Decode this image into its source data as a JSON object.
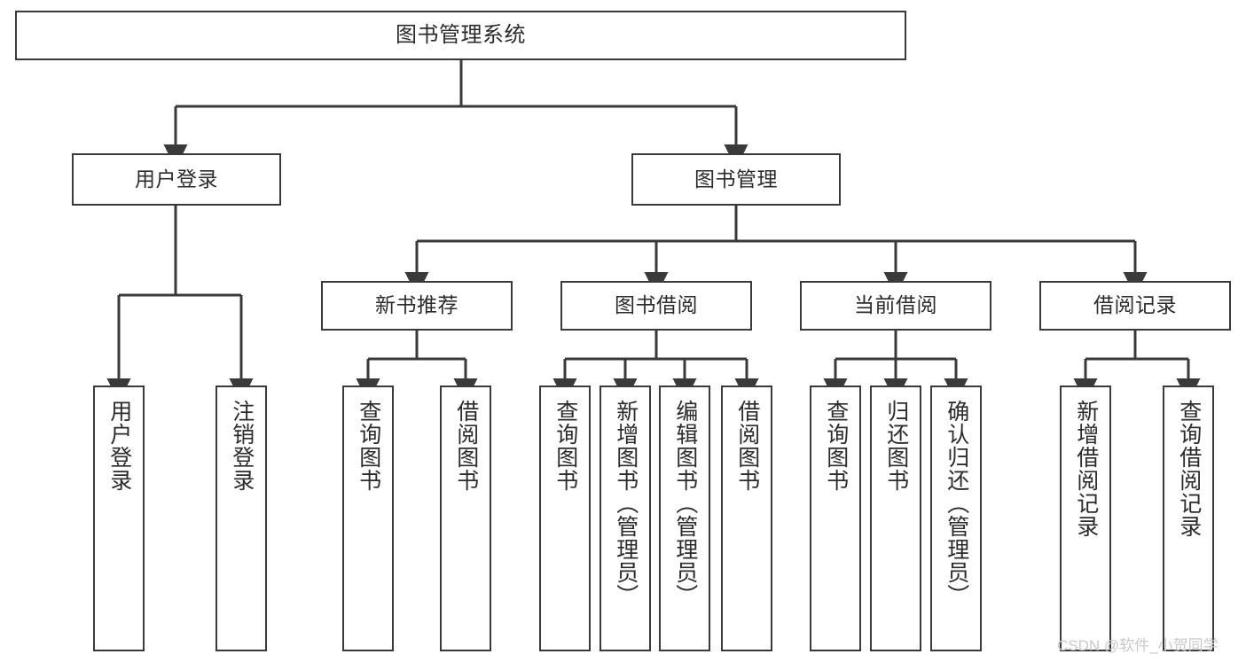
{
  "diagram": {
    "title": "图书管理系统",
    "type": "tree-hierarchy",
    "stroke_color": "#3a3a3a",
    "text_color": "#2b2b2b",
    "background_color": "#ffffff",
    "watermark": "CSDN @软件_小贺同学",
    "watermark_color": "#c9c9c9"
  },
  "root": {
    "label": "图书管理系统"
  },
  "level2": [
    {
      "label": "用户登录"
    },
    {
      "label": "图书管理"
    }
  ],
  "level3": [
    {
      "label": "新书推荐"
    },
    {
      "label": "图书借阅"
    },
    {
      "label": "当前借阅"
    },
    {
      "label": "借阅记录"
    }
  ],
  "leaves": {
    "user_login": [
      {
        "label": "用户登录"
      },
      {
        "label": "注销登录"
      }
    ],
    "new_book": [
      {
        "label": "查询图书"
      },
      {
        "label": "借阅图书"
      }
    ],
    "borrow_book": [
      {
        "label": "查询图书"
      },
      {
        "label": "新增图书（管理员）"
      },
      {
        "label": "编辑图书（管理员）"
      },
      {
        "label": "借阅图书"
      }
    ],
    "current_borrow": [
      {
        "label": "查询图书"
      },
      {
        "label": "归还图书"
      },
      {
        "label": "确认归还（管理员）"
      }
    ],
    "borrow_record": [
      {
        "label": "新增借阅记录"
      },
      {
        "label": "查询借阅记录"
      }
    ]
  }
}
